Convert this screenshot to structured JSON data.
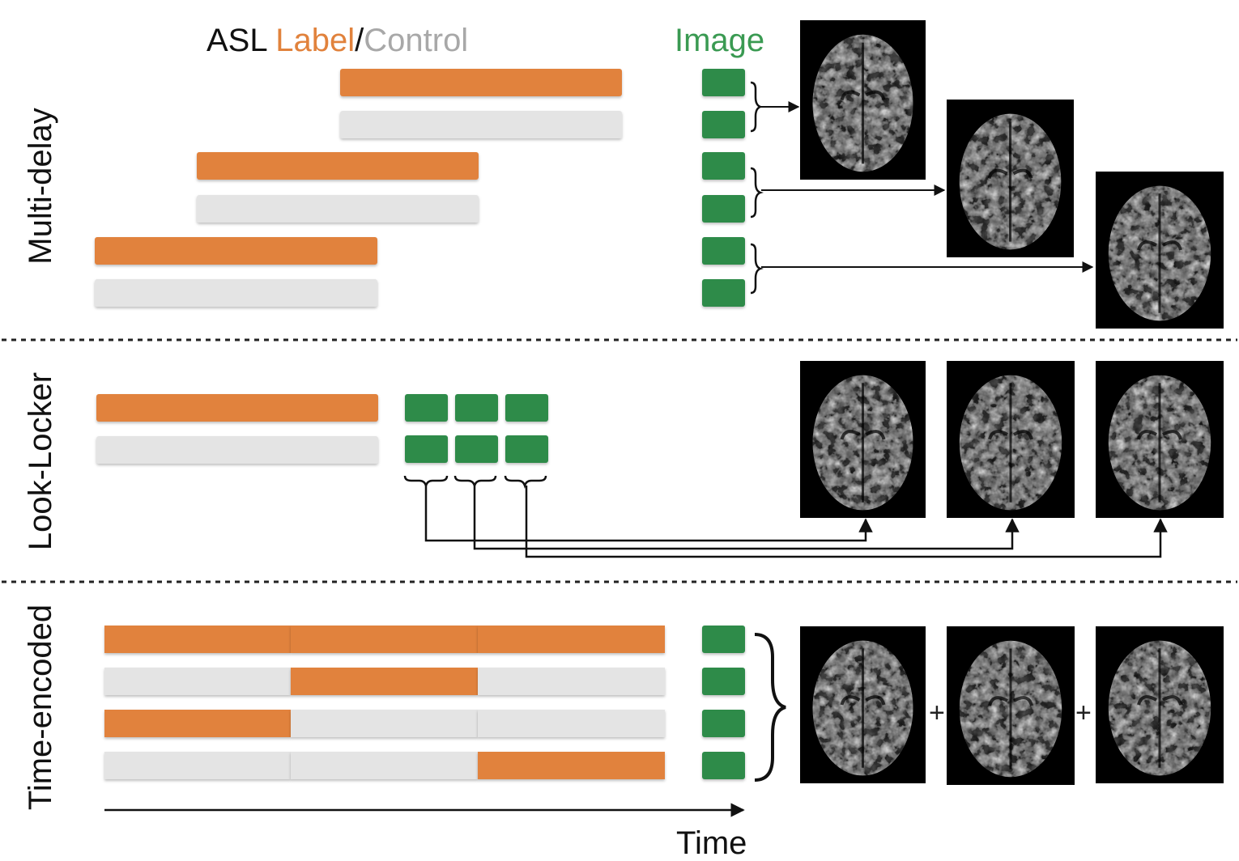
{
  "header": {
    "asl": "ASL",
    "label": "Label",
    "slash": "/",
    "control": "Control",
    "image": "Image"
  },
  "sections": {
    "multi_delay": "Multi-delay",
    "look_locker": "Look-Locker",
    "time_encoded": "Time-encoded"
  },
  "axis": {
    "time": "Time"
  },
  "operators": {
    "plus_1": "+",
    "plus_2": "+"
  },
  "colors": {
    "label": "#e1823c",
    "control": "#e4e4e4",
    "image": "#2e8b4a",
    "text": "#111111",
    "control_text": "#a8a8a8",
    "image_text": "#3a9a52"
  },
  "icons": {
    "brain_slice": "brain-mri-slice",
    "brace": "curly-brace",
    "arrow": "arrow-right"
  }
}
